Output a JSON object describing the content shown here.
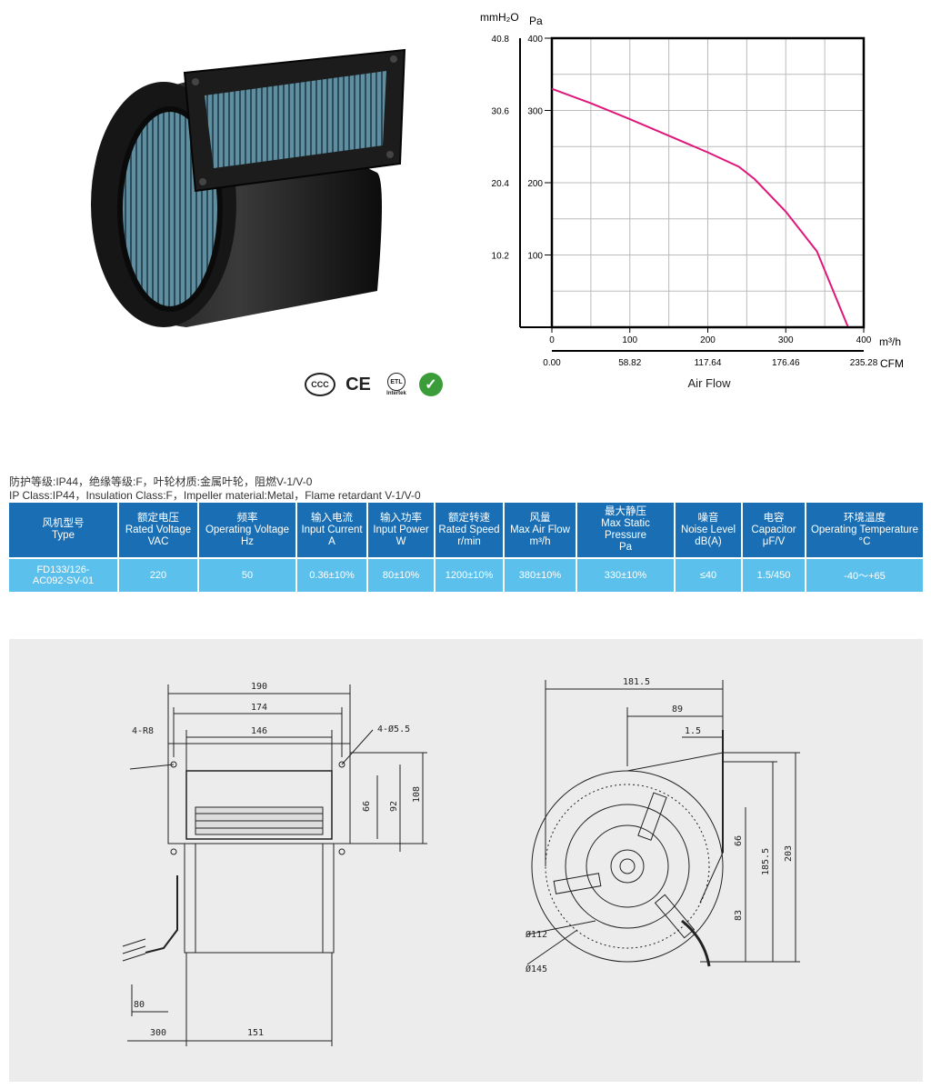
{
  "certifications": [
    {
      "name": "ccc-icon",
      "label": "CCC"
    },
    {
      "name": "ce-icon",
      "label": "CE"
    },
    {
      "name": "etl-icon",
      "label": "ETL",
      "sub": "Intertek"
    },
    {
      "name": "rohs-icon",
      "label": "✓"
    }
  ],
  "chart_data": {
    "type": "line",
    "x": [
      0,
      50,
      100,
      150,
      200,
      240,
      260,
      300,
      340,
      380
    ],
    "values": [
      330,
      310,
      288,
      265,
      242,
      222,
      205,
      160,
      105,
      0
    ],
    "xlim": [
      0,
      400
    ],
    "ylim": [
      0,
      400
    ],
    "x_ticks": [
      "0",
      "100",
      "200",
      "300",
      "400"
    ],
    "x_ticks_cfm": [
      "0.00",
      "58.82",
      "117.64",
      "176.46",
      "235.28"
    ],
    "y_ticks": [
      "100",
      "200",
      "300",
      "400"
    ],
    "y_ticks_mmh2o": [
      "10.2",
      "20.4",
      "30.6",
      "40.8"
    ],
    "x_unit": "m³/h",
    "x_unit_cfm": "CFM",
    "y_unit": "Pa",
    "y_unit_mm": "mmH₂O",
    "xlabel": "Air Flow",
    "line_color": "#e0177a",
    "grid": true
  },
  "spec_line_cn": "防护等级:IP44，绝缘等级:F，叶轮材质:金属叶轮，阻燃V-1/V-0",
  "spec_line_en": "IP Class:IP44，Insulation Class:F，Impeller material:Metal，Flame retardant V-1/V-0",
  "table": {
    "headers": [
      {
        "cn": "风机型号",
        "en": "Type",
        "unit": ""
      },
      {
        "cn": "额定电压",
        "en": "Rated Voltage",
        "unit": "VAC"
      },
      {
        "cn": "频率",
        "en": "Operating Voltage",
        "unit": "Hz"
      },
      {
        "cn": "输入电流",
        "en": "Input Current",
        "unit": "A"
      },
      {
        "cn": "输入功率",
        "en": "Input Power",
        "unit": "W"
      },
      {
        "cn": "额定转速",
        "en": "Rated Speed",
        "unit": "r/min"
      },
      {
        "cn": "风量",
        "en": "Max Air Flow",
        "unit": "m³/h"
      },
      {
        "cn": "最大静压",
        "en": "Max Static Pressure",
        "unit": "Pa"
      },
      {
        "cn": "噪音",
        "en": "Noise Level",
        "unit": "dB(A)"
      },
      {
        "cn": "电容",
        "en": "Capacitor",
        "unit": "μF/V"
      },
      {
        "cn": "环境温度",
        "en": "Operating Temperature",
        "unit": "°C"
      }
    ],
    "row": [
      "FD133/126-\nAC092-SV-01",
      "220",
      "50",
      "0.36±10%",
      "80±10%",
      "1200±10%",
      "380±10%",
      "330±10%",
      "≤40",
      "1.5/450",
      "-40～+65"
    ]
  },
  "drawing": {
    "front": {
      "w190": "190",
      "w174": "174",
      "w146": "146",
      "r8": "4-R8",
      "hole": "4-Ø5.5",
      "h66": "66",
      "h92": "92",
      "h108": "108",
      "l80": "80",
      "l300": "300",
      "l151": "151"
    },
    "side": {
      "w181": "181.5",
      "w89": "89",
      "w15": "1.5",
      "h66": "66",
      "h83": "83",
      "h185": "185.5",
      "h203": "203",
      "d112": "Ø112",
      "d145": "Ø145"
    }
  }
}
